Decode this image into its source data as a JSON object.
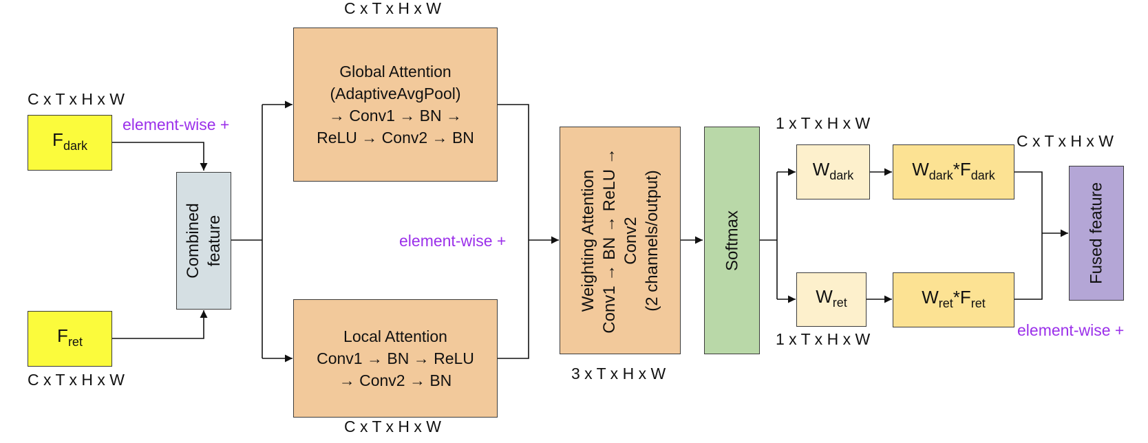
{
  "colors": {
    "feature_yellow": "#fbfb3c",
    "combined_gray": "#d5dfe3",
    "attention_orange": "#f2c99b",
    "softmax_green": "#b9d8a8",
    "weight_cream": "#fdf0cc",
    "product_gold": "#fce293",
    "fused_purple": "#b4a6d6",
    "elementwise_purple": "#9b30ea"
  },
  "inputs": {
    "dark": {
      "main": "F",
      "sub": "dark",
      "dims": "C x T x H x W"
    },
    "ret": {
      "main": "F",
      "sub": "ret",
      "dims": "C x T x H x W"
    }
  },
  "combined": {
    "lines": [
      "Combined",
      "feature"
    ]
  },
  "global_attention": {
    "lines": [
      "Global Attention",
      "(AdaptiveAvgPool)",
      "→ Conv1 → BN →",
      "ReLU → Conv2 → BN"
    ],
    "dims": "C x T x H x W"
  },
  "local_attention": {
    "lines": [
      "Local Attention",
      "Conv1 → BN → ReLU",
      "→ Conv2 → BN"
    ],
    "dims": "C x T x H x W"
  },
  "weighting": {
    "lines": [
      "Weighting Attention",
      "Conv1 → BN → ReLU →",
      "Conv2",
      "(2 channels/output)"
    ],
    "dims": "3 x T x H x W"
  },
  "softmax": {
    "label": "Softmax"
  },
  "weights": {
    "dark": {
      "main": "W",
      "sub": "dark",
      "dims": "1 x T x H x W"
    },
    "ret": {
      "main": "W",
      "sub": "ret",
      "dims": "1 x T x H x W"
    }
  },
  "products": {
    "dark": {
      "w": "W",
      "w_sub": "dark",
      "star": "*",
      "f": "F",
      "f_sub": "dark",
      "dims": "C x T x H x W"
    },
    "ret": {
      "w": "W",
      "w_sub": "ret",
      "star": "*",
      "f": "F",
      "f_sub": "ret"
    }
  },
  "fused": {
    "label": "Fused feature"
  },
  "elementwise": {
    "combine": "element-wise +",
    "attention": "element-wise +",
    "fuse": "element-wise +"
  }
}
